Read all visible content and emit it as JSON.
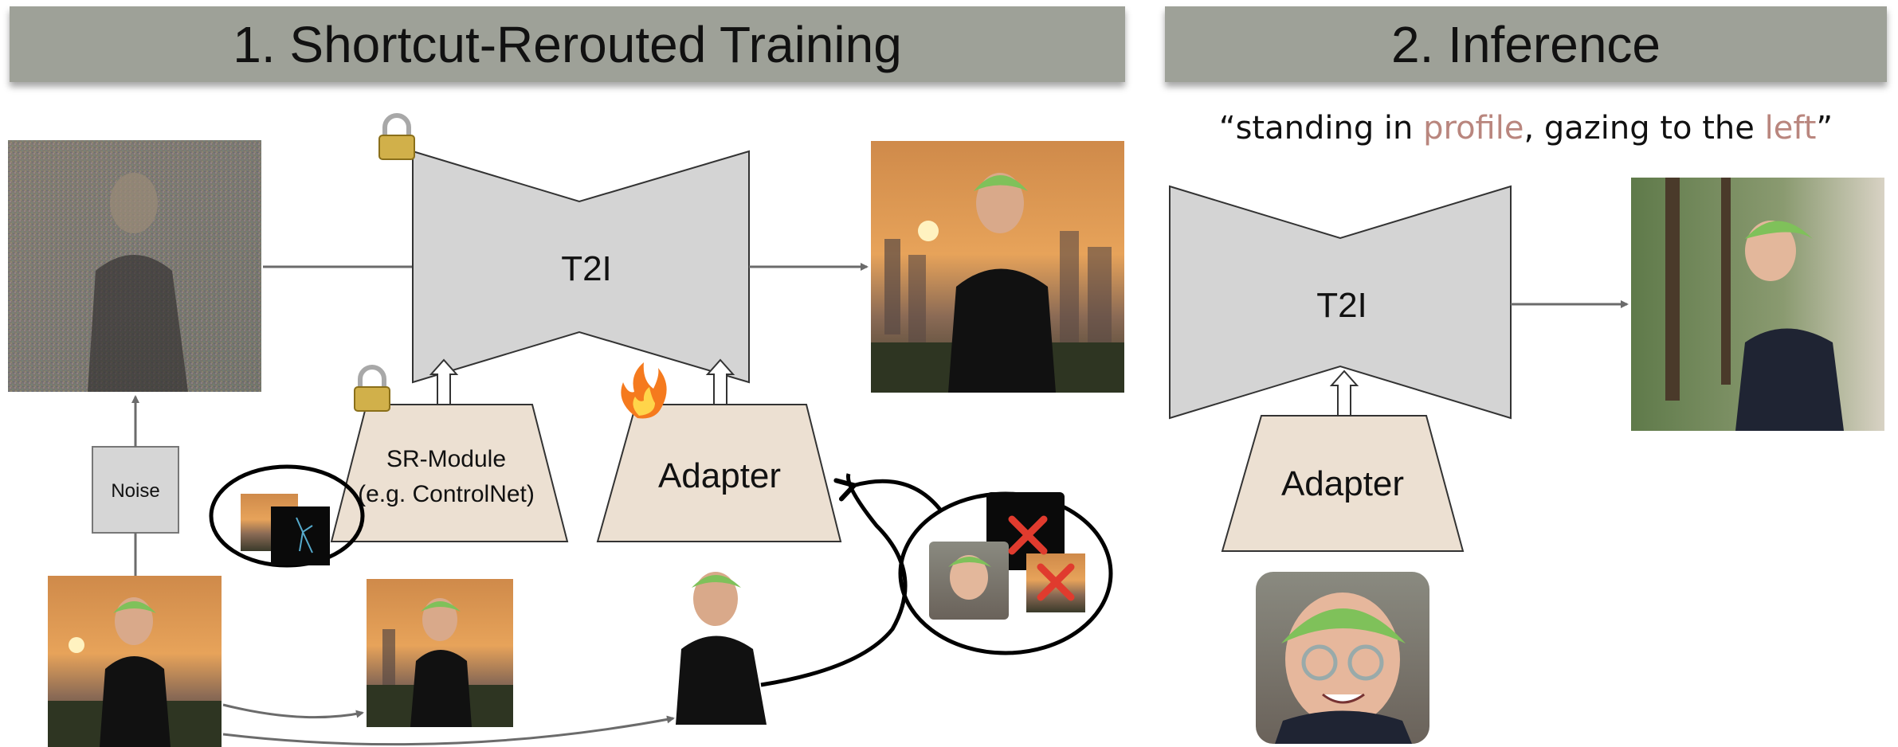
{
  "sections": {
    "training_title": "1. Shortcut-Rerouted Training",
    "inference_title": "2. Inference"
  },
  "training": {
    "t2i_label": "T2I",
    "sr_module_line1": "SR-Module",
    "sr_module_line2": "(e.g. ControlNet)",
    "adapter_label": "Adapter",
    "noise_label": "Noise"
  },
  "inference": {
    "prompt_open": "“standing in ",
    "prompt_hl1": "profile",
    "prompt_mid": ", gazing to the ",
    "prompt_hl2": "left",
    "prompt_close": "”",
    "t2i_label": "T2I",
    "adapter_label": "Adapter"
  },
  "colors": {
    "banner": "#9ea198",
    "t2i_fill": "#d4d4d4",
    "adapter_fill": "#ece0d2",
    "highlight_text": "#b9867e",
    "arrow": "#6b6b6b",
    "cross": "#e03b2e"
  },
  "icons": {
    "frozen": "lock-icon",
    "trainable": "fire-icon",
    "rejected": "cross-icon"
  }
}
